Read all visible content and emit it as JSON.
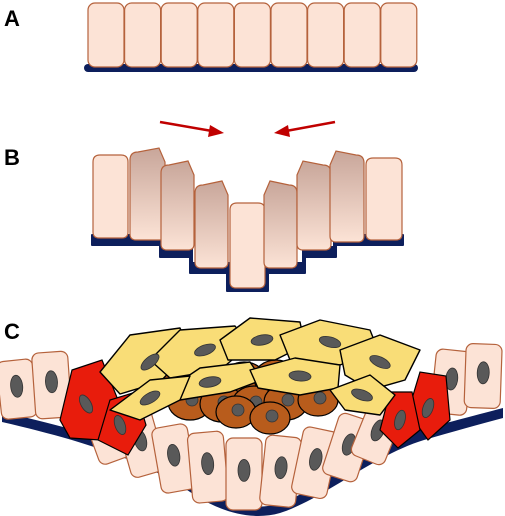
{
  "panels": [
    {
      "id": "a",
      "label": "A"
    },
    {
      "id": "b",
      "label": "B"
    },
    {
      "id": "c",
      "label": "C"
    }
  ],
  "colors": {
    "cell_fill": "#fce3d6",
    "cell_stroke": "#b5623c",
    "basement_membrane": "#0d1f5c",
    "arrow": "#c00000",
    "nucleus": "#595959",
    "red_cell": "#e81c0c",
    "brown_cell": "#b85c1c",
    "yellow_cell": "#f9dd77",
    "outline": "#000000",
    "shading": "#c8a69a"
  },
  "icons": {
    "arrows": [
      "right-arrow-icon",
      "left-arrow-icon"
    ]
  }
}
